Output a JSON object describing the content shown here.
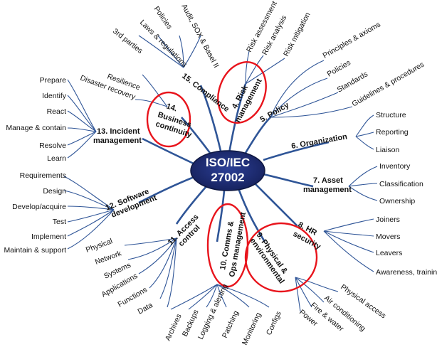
{
  "center": {
    "line1": "ISO/IEC",
    "line2": "27002",
    "fill": "#1f2f7a"
  },
  "colors": {
    "connector": "#2f5597",
    "highlight": "#e8141c"
  },
  "branches": {
    "policy": {
      "label": "5. Policy",
      "leaves": [
        "Principles & axioms",
        "Policies",
        "Standards",
        "Guidelines & procedures"
      ]
    },
    "organization": {
      "label": "6. Organization",
      "leaves": [
        "Structure",
        "Reporting",
        "Liaison"
      ]
    },
    "asset": {
      "line1": "7. Asset",
      "line2": "management",
      "leaves": [
        "Inventory",
        "Classification",
        "Ownership"
      ]
    },
    "hr": {
      "line1": "8. HR",
      "line2": "security",
      "leaves": [
        "Joiners",
        "Movers",
        "Leavers",
        "Awareness, training & education"
      ]
    },
    "physical": {
      "line1": "9. Physical &",
      "line2": "environmental",
      "leaves": [
        "Physical access",
        "Air conditioning",
        "Fire & water",
        "Power"
      ]
    },
    "comms": {
      "line1": "10. Comms &",
      "line2": "Ops management",
      "leaves": [
        "Archives",
        "Backups",
        "Logging & alerting",
        "Patching",
        "Monitoring",
        "Configs"
      ]
    },
    "access": {
      "line1": "11. Access",
      "line2": "control",
      "leaves": [
        "Physical",
        "Network",
        "Systems",
        "Applications",
        "Functions",
        "Data"
      ]
    },
    "software": {
      "line1": "12. Software",
      "line2": "development",
      "leaves": [
        "Requirements",
        "Design",
        "Develop/acquire",
        "Test",
        "Implement",
        "Maintain & support"
      ]
    },
    "incident": {
      "line1": "13. Incident",
      "line2": "management",
      "leaves": [
        "Prepare",
        "Identify",
        "React",
        "Manage & contain",
        "Resolve",
        "Learn"
      ]
    },
    "continuity": {
      "line1": "14.",
      "line2": "Business",
      "line3": "continuity",
      "leaves": [
        "Resilience",
        "Disaster recovery"
      ]
    },
    "compliance": {
      "label": "15. Compliance",
      "leaves": [
        "3rd parties",
        "Laws & regulations",
        "Policies",
        "Audit, SOX & Basel II"
      ]
    },
    "risk": {
      "line1": "4. Risk",
      "line2": "management",
      "leaves": [
        "Risk assessment",
        "Risk analysis",
        "Risk mitigation"
      ]
    }
  }
}
